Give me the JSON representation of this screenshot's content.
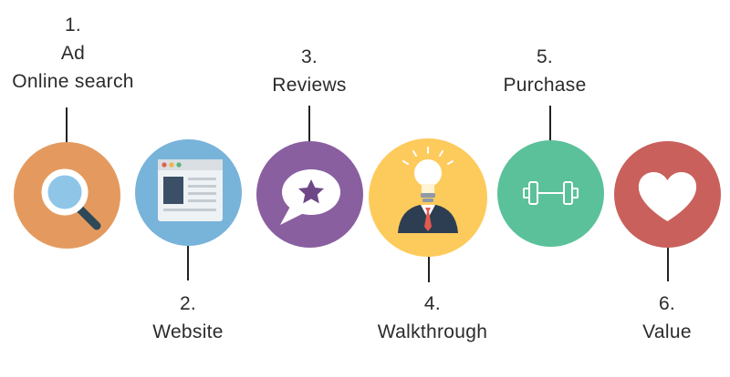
{
  "steps": [
    {
      "number": "1.",
      "lines": [
        "Ad",
        "Online search"
      ],
      "icon": "magnifier-icon",
      "color": "#E49A5E"
    },
    {
      "number": "2.",
      "lines": [
        "Website"
      ],
      "icon": "browser-window-icon",
      "color": "#78B3DA"
    },
    {
      "number": "3.",
      "lines": [
        "Reviews"
      ],
      "icon": "star-speech-bubble-icon",
      "color": "#8A5FA0"
    },
    {
      "number": "4.",
      "lines": [
        "Walkthrough"
      ],
      "icon": "businessman-lightbulb-icon",
      "color": "#FDCB5C"
    },
    {
      "number": "5.",
      "lines": [
        "Purchase"
      ],
      "icon": "dumbbell-icon",
      "color": "#5BC19A"
    },
    {
      "number": "6.",
      "lines": [
        "Value"
      ],
      "icon": "heart-icon",
      "color": "#C9605C"
    }
  ]
}
